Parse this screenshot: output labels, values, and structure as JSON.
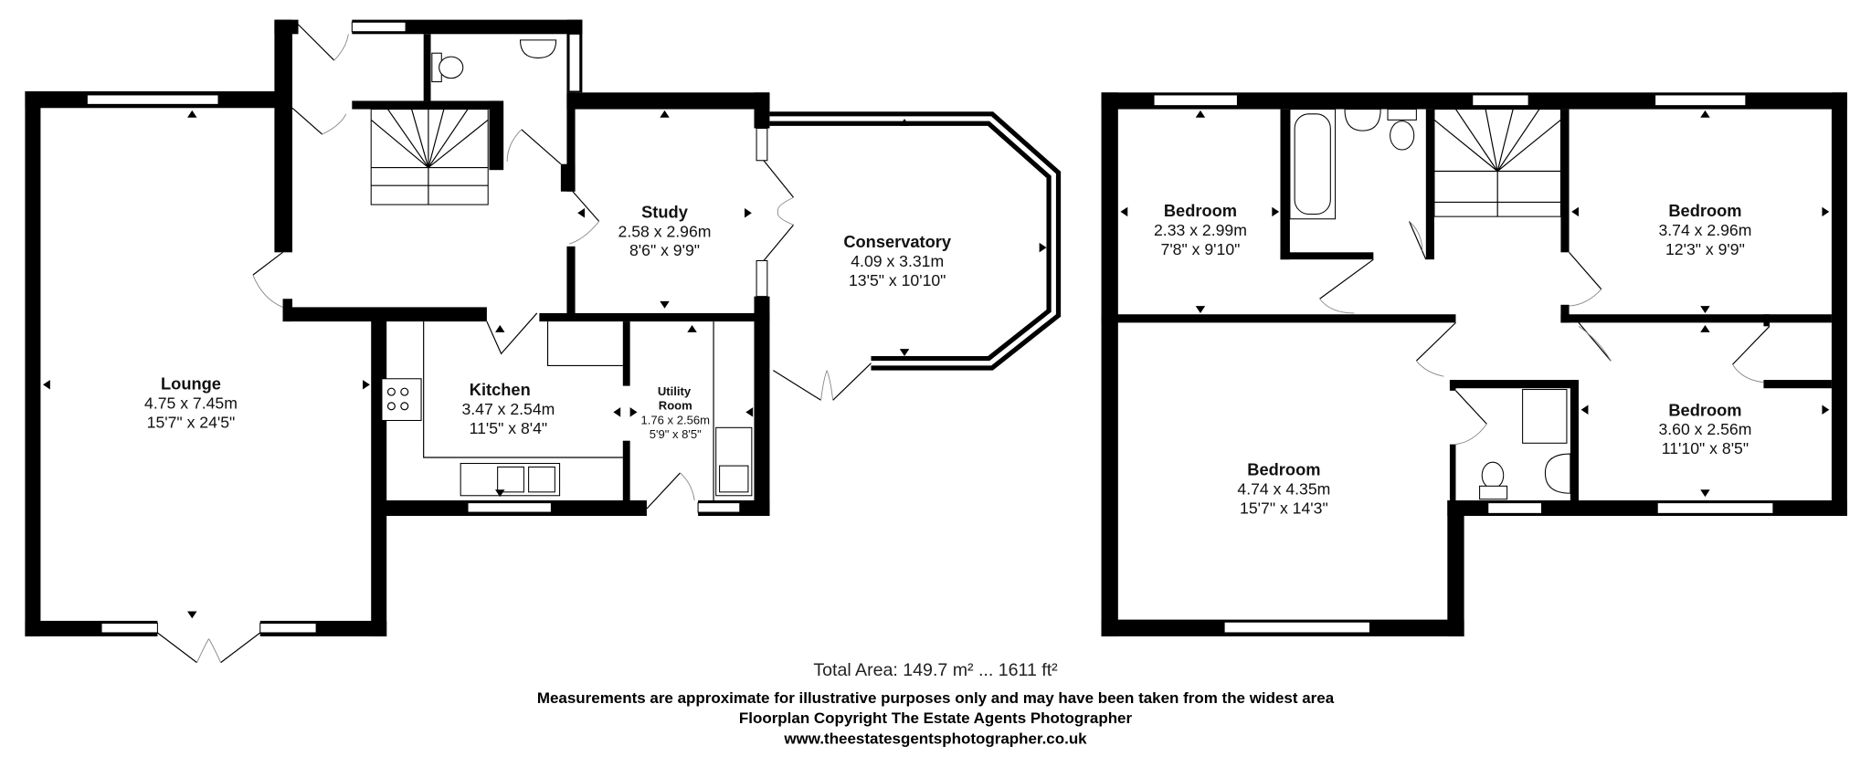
{
  "ground_floor": {
    "rooms": [
      {
        "name": "Lounge",
        "metric": "4.75 x 7.45m",
        "imperial": "15'7\" x 24'5\""
      },
      {
        "name": "Study",
        "metric": "2.58 x 2.96m",
        "imperial": "8'6\" x 9'9\""
      },
      {
        "name": "Conservatory",
        "metric": "4.09 x 3.31m",
        "imperial": "13'5\" x 10'10\""
      },
      {
        "name": "Kitchen",
        "metric": "3.47 x 2.54m",
        "imperial": "11'5\" x 8'4\""
      },
      {
        "name_line1": "Utility",
        "name_line2": "Room",
        "metric": "1.76 x 2.56m",
        "imperial": "5'9\" x 8'5\""
      }
    ]
  },
  "first_floor": {
    "rooms": [
      {
        "name": "Bedroom",
        "metric": "2.33 x 2.99m",
        "imperial": "7'8\" x 9'10\""
      },
      {
        "name": "Bedroom",
        "metric": "3.74 x 2.96m",
        "imperial": "12'3\" x 9'9\""
      },
      {
        "name": "Bedroom",
        "metric": "3.60 x 2.56m",
        "imperial": "11'10\" x 8'5\""
      },
      {
        "name": "Bedroom",
        "metric": "4.74 x 4.35m",
        "imperial": "15'7\" x 14'3\""
      }
    ]
  },
  "footer": {
    "total_area": "Total Area: 149.7 m² ... 1611 ft²",
    "disclaimer": "Measurements are approximate for illustrative purposes only and may have been taken from the widest area",
    "copyright": "Floorplan Copyright The Estate Agents Photographer",
    "website": "www.theestatesgentsphotographer.co.uk"
  },
  "colors": {
    "wall": "#000000",
    "background": "#ffffff"
  }
}
